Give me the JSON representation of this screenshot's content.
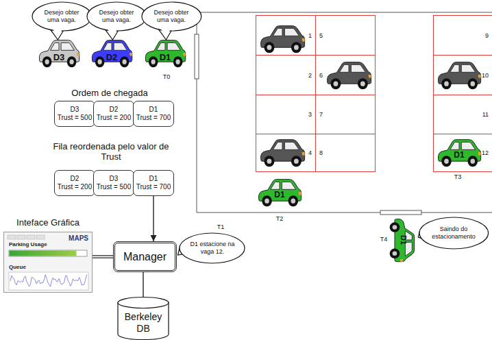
{
  "diagram": {
    "nodes": [
      {
        "text": [
          "Desejo obter uma vaga."
        ]
      },
      {
        "text": [
          "Desejo obter uma vaga."
        ]
      },
      {
        "text": [
          "Desejo obter uma vaga."
        ]
      },
      {
        "text": [
          "1"
        ]
      },
      {
        "text": [
          "2"
        ]
      },
      {
        "text": [
          "3"
        ]
      },
      {
        "text": [
          "4"
        ]
      },
      {
        "text": [
          "5"
        ]
      },
      {
        "text": [
          "6"
        ]
      },
      {
        "text": [
          "7"
        ]
      },
      {
        "text": [
          "8"
        ]
      },
      {
        "text": [
          "9"
        ]
      },
      {
        "text": [
          "10"
        ]
      },
      {
        "text": [
          "11"
        ]
      },
      {
        "text": [
          "12"
        ]
      },
      {
        "text": [
          "D3",
          "Trust = 500"
        ]
      },
      {
        "text": [
          "D2",
          "Trust = 200"
        ]
      },
      {
        "text": [
          "D1",
          "Trust = 700"
        ]
      },
      {
        "text": [
          "D2",
          "Trust = 200"
        ]
      },
      {
        "text": [
          "D3",
          "Trust = 500"
        ]
      },
      {
        "text": [
          "D1",
          "Trust = 700"
        ]
      },
      {
        "text": [
          "Inteface Gráfica",
          "MAPS",
          "Parking Usage",
          "Queue"
        ]
      },
      {
        "text": [
          "Manager"
        ]
      },
      {
        "text": [
          "D1 estacione na vaga 12."
        ]
      },
      {
        "text": [
          "Saindo do estacionamento"
        ]
      },
      {
        "text": [
          "Berkeley DB"
        ]
      }
    ],
    "edges": [
      {
        "from": 20,
        "to": 22,
        "arrow": "to"
      },
      {
        "from": 22,
        "to": 25,
        "arrow": "none"
      },
      {
        "from": 21,
        "to": 22,
        "arrow": "none"
      }
    ],
    "labels": [
      "D3",
      "D2",
      "D1",
      "T0",
      "Ordem de chegada",
      "Fila reordenada pelo valor de Trust",
      "D1",
      "T3",
      "D1",
      "T2",
      "T1",
      "T4",
      "D1"
    ]
  }
}
